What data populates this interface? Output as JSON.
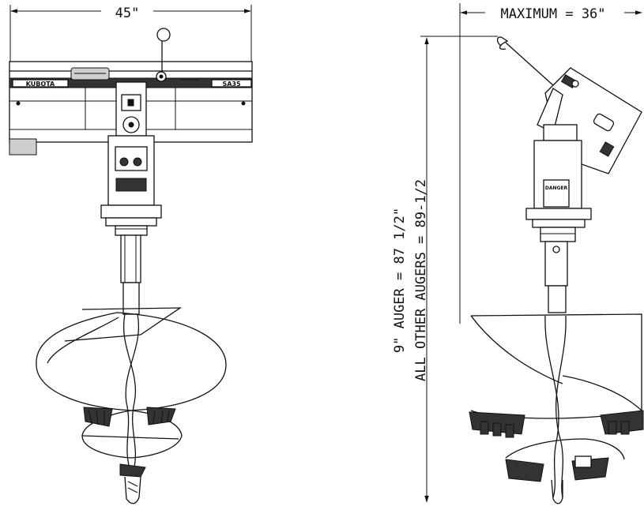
{
  "dimensions": {
    "width_label": "45\"",
    "max_label": "MAXIMUM = 36\"",
    "height_line1": "9\" AUGER = 87 1/2\"",
    "height_line2": "ALL OTHER AUGERS = 89-1/2"
  },
  "labels": {
    "brand_left": "KUBOTA",
    "model_right": "SA35",
    "warning_decal": "DANGER"
  }
}
